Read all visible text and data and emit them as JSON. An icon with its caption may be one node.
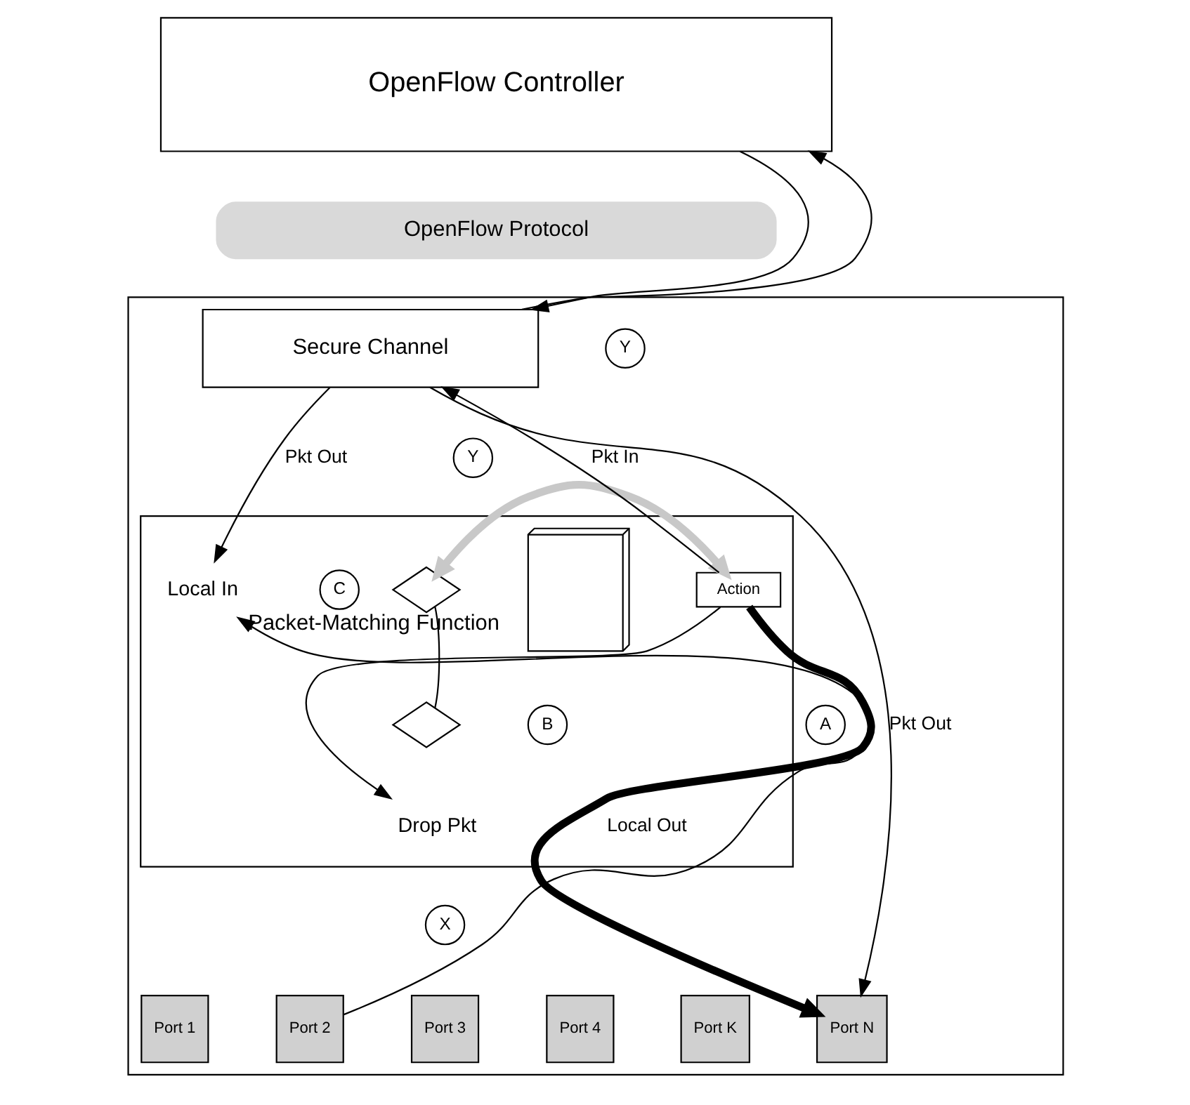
{
  "diagram": {
    "nodes": [
      {
        "text": [
          "OpenFlow Controller"
        ]
      },
      {
        "text": [
          "OpenFlow Protocol"
        ]
      },
      {
        "text": [],
        "shape": "box"
      },
      {
        "text": [
          "Secure Channel"
        ],
        "in": 2
      },
      {
        "text": [
          "Y"
        ],
        "in": 2
      },
      {
        "text": [],
        "shape": "box",
        "in": 2
      },
      {
        "text": [
          "Y"
        ],
        "in": 2
      },
      {
        "text": [
          "Local In"
        ],
        "in": 5
      },
      {
        "text": [],
        "shape": "diamond",
        "in": 5,
        "beside": [
          "Packet-Matching Function"
        ]
      },
      {
        "text": [],
        "shape": "diamond",
        "in": 5
      },
      {
        "text": [],
        "shape": "table",
        "in": 5
      },
      {
        "text": [
          "Action"
        ],
        "in": 5
      },
      {
        "text": [
          "C"
        ],
        "in": 5
      },
      {
        "text": [
          "B"
        ],
        "in": 5
      },
      {
        "text": [
          "Drop Pkt"
        ],
        "in": 5
      },
      {
        "text": [
          "A"
        ],
        "in": 2
      },
      {
        "text": [
          "X"
        ],
        "in": 2
      },
      {
        "text": [
          "Port 1"
        ],
        "in": 2
      },
      {
        "text": [
          "Port 2"
        ],
        "in": 2
      },
      {
        "text": [
          "Port 3"
        ],
        "in": 2
      },
      {
        "text": [
          "Port 4"
        ],
        "in": 2
      },
      {
        "text": [
          "Port K"
        ],
        "in": 2
      },
      {
        "text": [
          "Port N"
        ],
        "in": 2
      }
    ],
    "edges": [
      {
        "from": 3,
        "to": 0,
        "arrow": "to"
      },
      {
        "from": 0,
        "to": 3,
        "arrow": "to"
      },
      {
        "from": 3,
        "to": 22,
        "arrow": "to",
        "label": "Pkt Out"
      },
      {
        "from": 18,
        "to": 7,
        "arrow": "to"
      },
      {
        "from": 3,
        "to": 7,
        "arrow": "to",
        "label": "Pkt Out"
      },
      {
        "from": 11,
        "to": 3,
        "arrow": "to",
        "label": "Pkt In"
      },
      {
        "from": 8,
        "to": 9,
        "arrow": "none"
      },
      {
        "from": 8,
        "to": 11,
        "arrow": "both",
        "style": "thick",
        "color": "#c8c8c8"
      },
      {
        "from": 11,
        "to": 14,
        "arrow": "to"
      },
      {
        "from": 11,
        "to": 22,
        "arrow": "to",
        "style": "thick",
        "label": "Local Out"
      }
    ]
  }
}
